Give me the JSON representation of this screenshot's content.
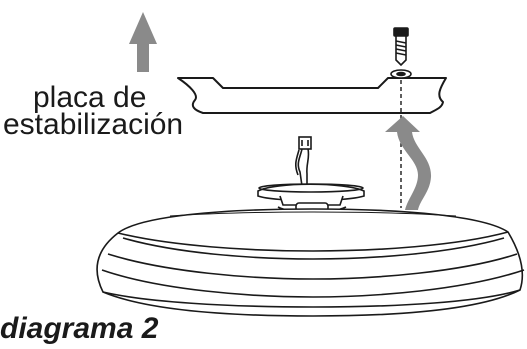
{
  "labels": {
    "plate_line1": "placa de",
    "plate_line2": "estabilización",
    "caption": "diagrama 2"
  },
  "colors": {
    "line": "#1a1a1a",
    "arrow_gray": "#8a8a8a",
    "background": "#ffffff"
  },
  "icons": [
    "up-arrow-icon",
    "curved-up-arrow-icon",
    "screw-icon",
    "washer-icon"
  ]
}
